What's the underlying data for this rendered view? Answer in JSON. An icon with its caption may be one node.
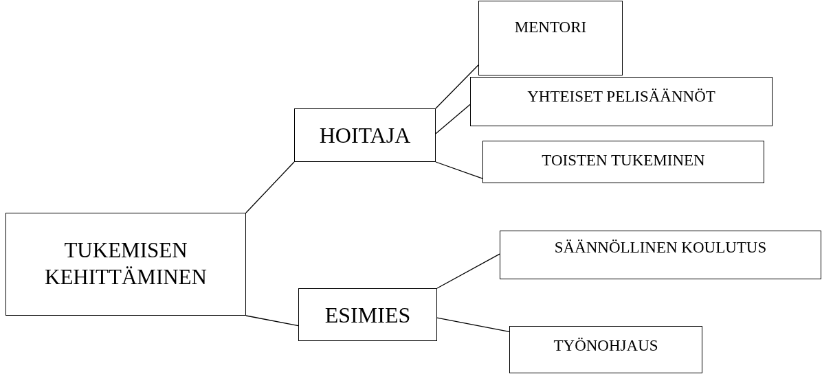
{
  "diagram": {
    "nodes": [
      {
        "text": [
          "TUKEMISEN KEHITTÄMINEN"
        ]
      },
      {
        "text": [
          "HOITAJA"
        ]
      },
      {
        "text": [
          "ESIMIES"
        ]
      },
      {
        "text": [
          "MENTORI"
        ]
      },
      {
        "text": [
          "YHTEISET PELISÄÄNNÖT"
        ]
      },
      {
        "text": [
          "TOISTEN TUKEMINEN"
        ]
      },
      {
        "text": [
          "SÄÄNNÖLLINEN KOULUTUS"
        ]
      },
      {
        "text": [
          "TYÖNOHJAUS"
        ]
      }
    ],
    "edges": [
      {
        "from": 0,
        "to": 1,
        "arrow": "none"
      },
      {
        "from": 0,
        "to": 2,
        "arrow": "none"
      },
      {
        "from": 1,
        "to": 3,
        "arrow": "none"
      },
      {
        "from": 1,
        "to": 4,
        "arrow": "none"
      },
      {
        "from": 1,
        "to": 5,
        "arrow": "none"
      },
      {
        "from": 2,
        "to": 6,
        "arrow": "none"
      },
      {
        "from": 2,
        "to": 7,
        "arrow": "none"
      }
    ]
  }
}
